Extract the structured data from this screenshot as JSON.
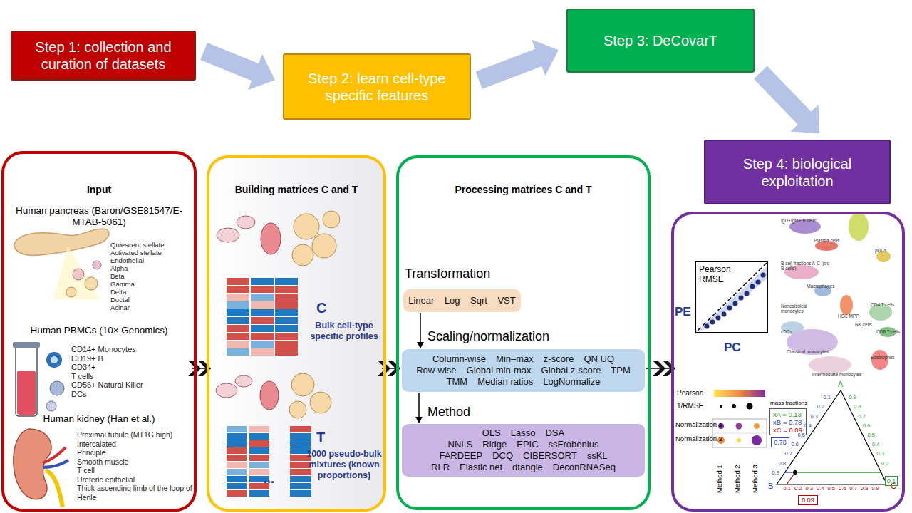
{
  "diagram": {
    "nodes": [
      {
        "text": [
          "Step 1: collection and curation of datasets"
        ]
      },
      {
        "text": [
          "Step 2: learn cell-type specific features"
        ]
      },
      {
        "text": [
          "Step 3: DeCovarT"
        ]
      },
      {
        "text": [
          "Step 4: biological exploitation"
        ]
      },
      {
        "text": [
          "Input",
          "Human pancreas (Baron/GSE81547/E-MTAB-5061)",
          "Quiescent stellate",
          "Activated stellate",
          "Endothelial",
          "Alpha",
          "Beta",
          "Gamma",
          "Delta",
          "Ductal",
          "Acinar",
          "Human PBMCs (10× Genomics)",
          "CD14+ Monocytes",
          "CD19+ B",
          "CD34+",
          "T cells",
          "CD56+ Natural Killer",
          "DCs",
          "Human kidney (Han et al.)",
          "Proximal tubule (MT1G high)",
          "Intercalated",
          "Principle",
          "Smooth muscle",
          "T cell",
          "Ureteric epithelial",
          "Thick ascending limb of the loop of Henle"
        ]
      },
      {
        "text": [
          "Building matrices C and T",
          "C",
          "Bulk cell-type specific profiles",
          "T",
          "1000 pseudo-bulk mixtures (known proportions)",
          "..."
        ]
      },
      {
        "text": [
          "Processing matrices C and T"
        ]
      },
      {
        "text": []
      },
      {
        "text": [
          "Transformation",
          "Linear",
          "Log",
          "Sqrt",
          "VST"
        ],
        "in": 6
      },
      {
        "text": [
          "Scaling/normalization",
          "Column-wise",
          "Min–max",
          "z-score",
          "QN UQ",
          "Row-wise",
          "Global min-max",
          "Global z-score",
          "TPM",
          "TMM",
          "Median ratios",
          "LogNormalize"
        ],
        "in": 6
      },
      {
        "text": [
          "Method",
          "OLS",
          "Lasso",
          "DSA",
          "NNLS",
          "Ridge",
          "EPIC",
          "ssFrobenius",
          "FARDEEP",
          "DCQ",
          "CIBERSORT",
          "ssKL",
          "RLR",
          "Elastic net",
          "dtangle",
          "DeconRNASeq"
        ],
        "in": 6
      },
      {
        "text": [
          "Pearson RMSE"
        ],
        "in": 7
      },
      {
        "text": [
          "mass fractions",
          "xA = 0.13",
          "xB = 0.78",
          "xC = 0.09"
        ],
        "in": 7
      },
      {
        "text": [
          "0.78"
        ],
        "in": 7
      },
      {
        "text": [
          "0.09"
        ],
        "in": 7
      },
      {
        "text": [
          "0.1"
        ],
        "in": 7
      }
    ],
    "edges": [
      {
        "from": 0,
        "to": 1,
        "arrow": "to"
      },
      {
        "from": 1,
        "to": 2,
        "arrow": "to"
      },
      {
        "from": 2,
        "to": 3,
        "arrow": "to"
      },
      {
        "from": 4,
        "to": 5,
        "arrow": "to"
      },
      {
        "from": 5,
        "to": 6,
        "arrow": "to"
      },
      {
        "from": 6,
        "to": 7,
        "arrow": "to"
      },
      {
        "from": 8,
        "to": 9,
        "arrow": "to"
      },
      {
        "from": 9,
        "to": 10,
        "arrow": "to"
      }
    ],
    "labels": [
      "PE",
      "PC",
      "Pearson",
      "1/RMSE",
      "Normalization 1",
      "Normalization 2",
      "Method 1",
      "Method 2",
      "Method 3",
      "A",
      "B",
      "C",
      "0.9",
      "0.8",
      "0.7",
      "0.6",
      "0.5",
      "0.4",
      "0.3",
      "0.2",
      "0.1",
      "0.2",
      "0.3",
      "0.4",
      "0.5",
      "0.6",
      "0.7",
      "0.8",
      "0.9",
      "0.1",
      "0.2",
      "0.3",
      "0.4",
      "0.5",
      "0.6",
      "0.7",
      "0.8",
      "0.9",
      "IgD+IgM+ B cells",
      "Plasma cells",
      "B cell fractions A-C (pro-B cells)",
      "pDCs",
      "Macrophages",
      "Noncalssical monocytes",
      "cDCs",
      "HSC MPP",
      "CD4 T cells",
      "NK cells",
      "CD8 T cells",
      "Classical monocytes",
      "Intermediate monocytes",
      "Eosinophils"
    ]
  }
}
